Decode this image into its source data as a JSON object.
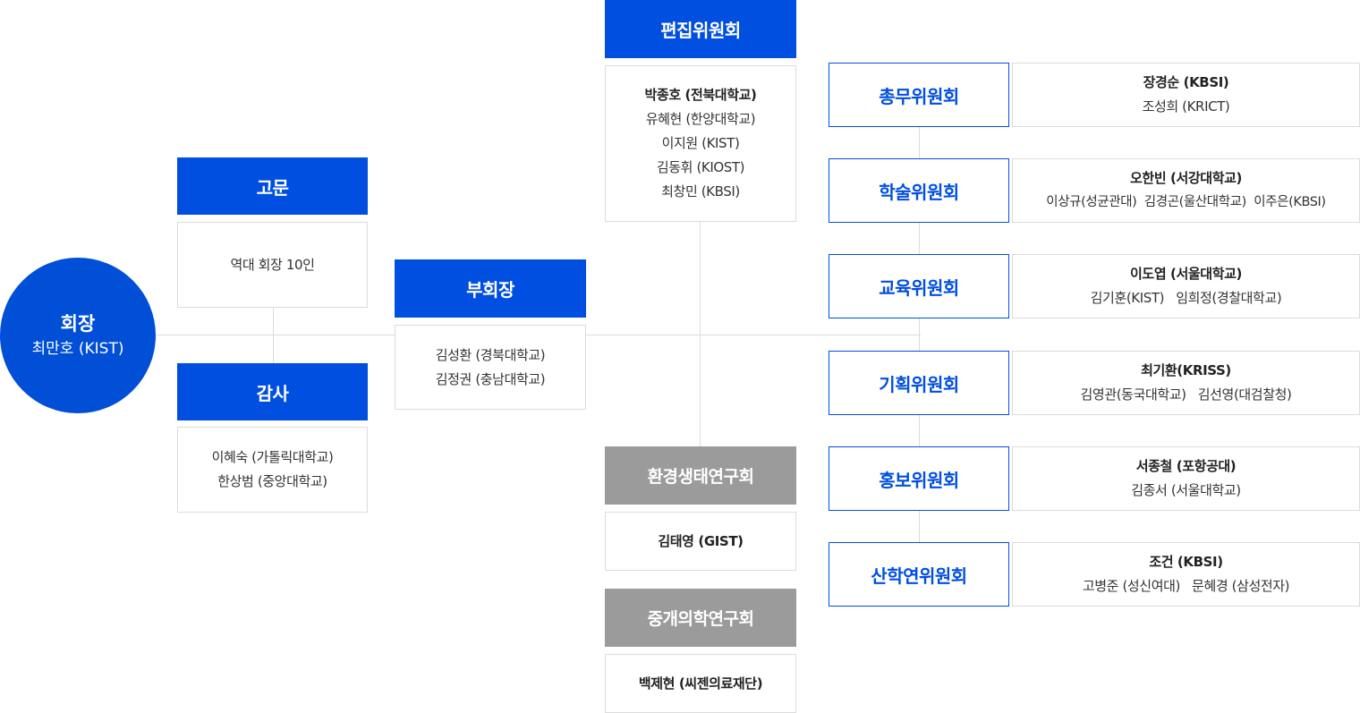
{
  "president": {
    "title": "회장",
    "name": "최만호 (KIST)"
  },
  "advisor": {
    "title": "고문",
    "members": [
      "역대 회장 10인"
    ]
  },
  "auditor": {
    "title": "감사",
    "members": [
      "이혜숙 (가톨릭대학교)",
      "한상범 (중앙대학교)"
    ]
  },
  "vice_president": {
    "title": "부회장",
    "members": [
      "김성환 (경북대학교)",
      "김정권 (충남대학교)"
    ]
  },
  "editorial": {
    "title": "편집위원회",
    "lead": "박종호 (전북대학교)",
    "members": [
      "유혜현 (한양대학교)",
      "이지원 (KIST)",
      "김동휘 (KIOST)",
      "최창민 (KBSI)"
    ]
  },
  "research_groups": [
    {
      "title": "환경생태연구회",
      "lead": "김태영 (GIST)"
    },
    {
      "title": "중개의학연구회",
      "lead": "백제현 (씨젠의료재단)"
    }
  ],
  "committees": [
    {
      "title": "총무위원회",
      "lead": "장경순 (KBSI)",
      "members": "조성희 (KRICT)"
    },
    {
      "title": "학술위원회",
      "lead": "오한빈 (서강대학교)",
      "members": "이상규(성균관대)  김경곤(울산대학교)  이주은(KBSI)"
    },
    {
      "title": "교육위원회",
      "lead": "이도엽 (서울대학교)",
      "members": "김기훈(KIST)   임희정(경찰대학교)"
    },
    {
      "title": "기획위원회",
      "lead": "최기환(KRISS)",
      "members": "김영관(동국대학교)   김선영(대검찰청)"
    },
    {
      "title": "홍보위원회",
      "lead": "서종철 (포항공대)",
      "members": "김종서 (서울대학교)"
    },
    {
      "title": "산학연위원회",
      "lead": "조건 (KBSI)",
      "members": "고병준 (성신여대)   문혜경 (삼성전자)"
    }
  ],
  "colors": {
    "primary_blue": "#004fe0",
    "gray_header": "#9b9b9b",
    "connector_line": "#dcdcdc"
  }
}
